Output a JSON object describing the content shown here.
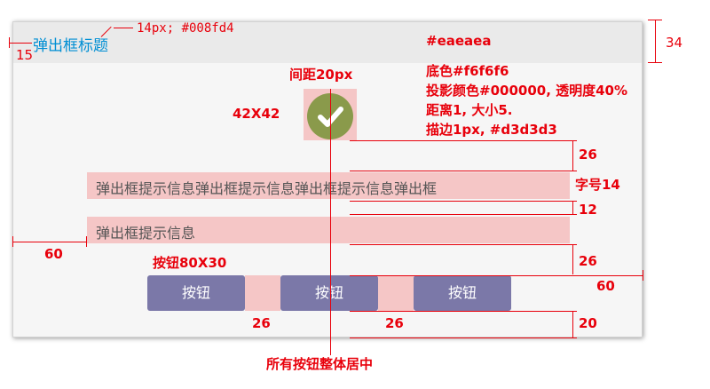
{
  "dialog": {
    "title": "弹出框标题",
    "line1": "弹出框提示信息弹出框提示信息弹出框提示信息弹出框",
    "line2": "弹出框提示信息",
    "buttons": [
      "按钮",
      "按钮",
      "按钮"
    ]
  },
  "annotations": {
    "title_spec": "14px; #008fd4",
    "left_padding_title": "15",
    "header_color": "#eaeaea",
    "header_height": "34",
    "icon_spacing": "间距20px",
    "icon_size": "42X42",
    "bg_spec_1": "底色#f6f6f6",
    "bg_spec_2": "投影颜色#000000, 透明度40%",
    "bg_spec_3": "距离1, 大小5.",
    "bg_spec_4": "描边1px, #d3d3d3",
    "gap_icon_text": "26",
    "font_size": "字号14",
    "line_gap": "12",
    "left_margin": "60",
    "button_size": "按钮80X30",
    "gap_text_buttons": "26",
    "right_margin": "60",
    "button_gap_1": "26",
    "button_gap_2": "26",
    "bottom_padding": "20",
    "center_note": "所有按钮整体居中"
  },
  "colors": {
    "title": "#008fd4",
    "header": "#eaeaea",
    "background": "#f6f6f6",
    "border": "#d3d3d3",
    "icon": "#8a9a4b",
    "button": "#7b78a8",
    "annotation": "#e8000b"
  },
  "icons": {
    "success": "check-circle-icon"
  }
}
